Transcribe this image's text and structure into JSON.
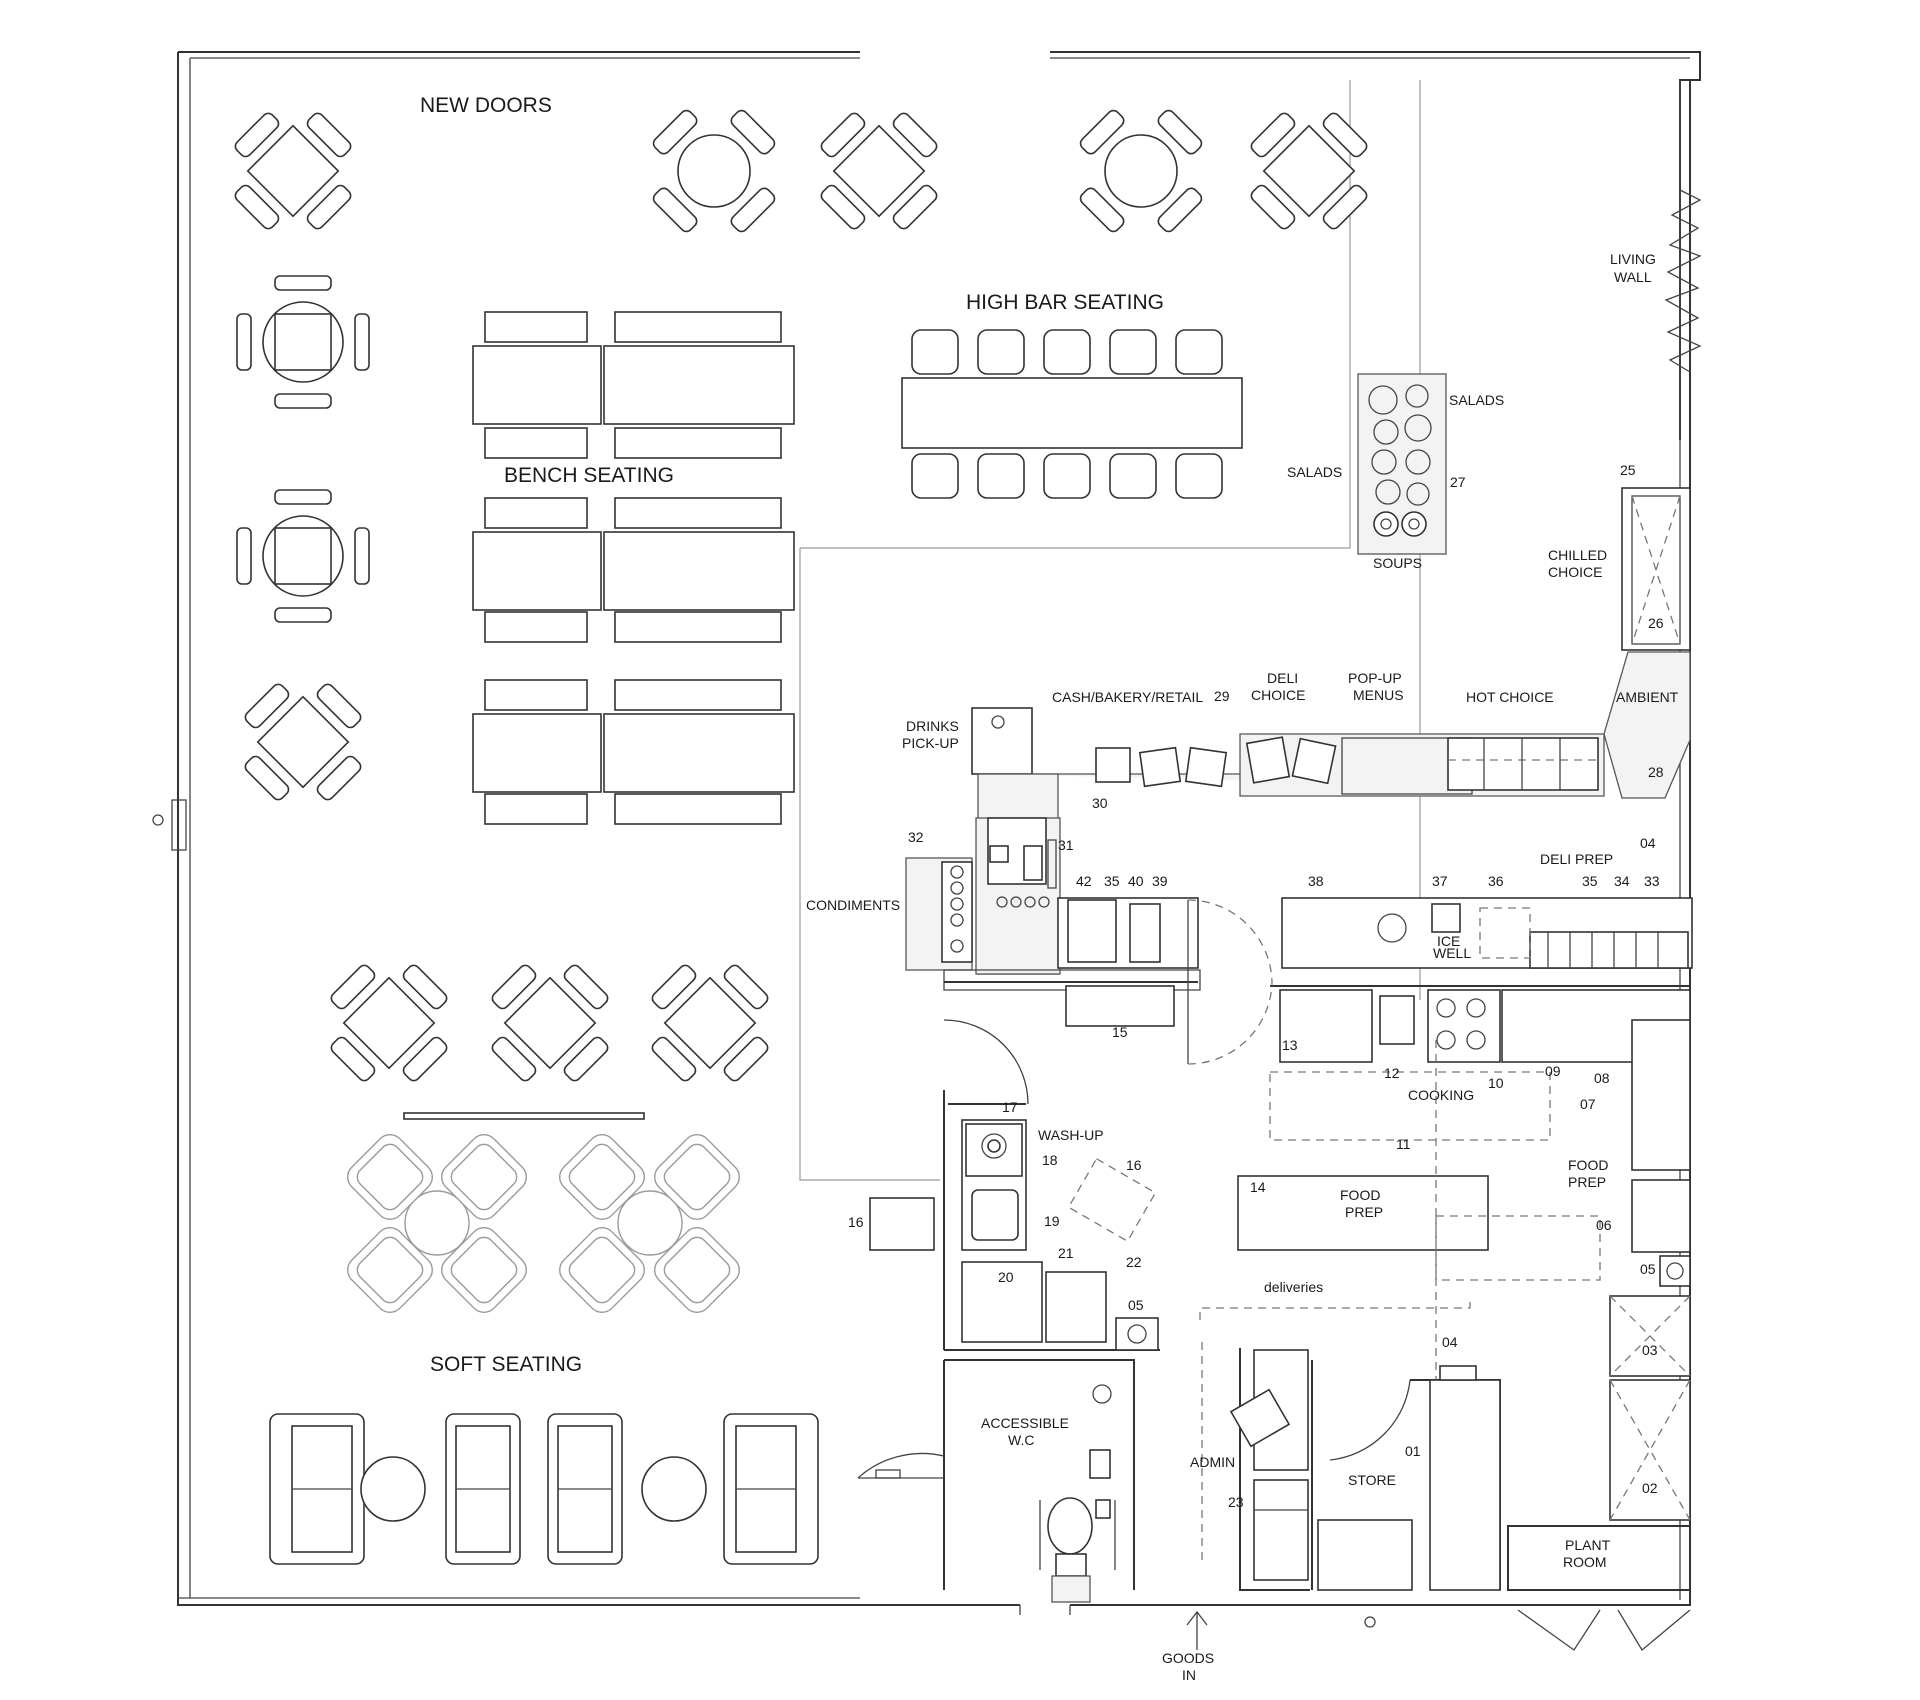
{
  "zones": {
    "new_doors": "NEW DOORS",
    "high_bar_seating": "HIGH BAR SEATING",
    "bench_seating": "BENCH SEATING",
    "soft_seating": "SOFT SEATING",
    "living_wall": [
      "LIVING",
      "WALL"
    ],
    "salads_right": "SALADS",
    "salads_left": "SALADS",
    "soups": "SOUPS",
    "chilled_choice": [
      "CHILLED",
      "CHOICE"
    ],
    "drinks_pickup": [
      "DRINKS",
      "PICK-UP"
    ],
    "cash_bakery_retail": "CASH/BAKERY/RETAIL",
    "deli_choice": [
      "DELI",
      "CHOICE"
    ],
    "popup_menus": [
      "POP-UP",
      "MENUS"
    ],
    "hot_choice": "HOT CHOICE",
    "ambient": "AMBIENT",
    "condiments": "CONDIMENTS",
    "deli_prep": "DELI PREP",
    "ice_well": [
      "ICE",
      "WELL"
    ],
    "cooking": "COOKING",
    "food_prep_right": [
      "FOOD",
      "PREP"
    ],
    "food_prep_center": [
      "FOOD",
      "PREP"
    ],
    "wash_up": "WASH-UP",
    "deliveries": "deliveries",
    "accessible_wc": [
      "ACCESSIBLE",
      "W.C"
    ],
    "admin": "ADMIN",
    "store": "STORE",
    "plant_room": [
      "PLANT",
      "ROOM"
    ],
    "goods_in": [
      "GOODS",
      "IN"
    ]
  },
  "equipment_numbers": {
    "n01": "01",
    "n02": "02",
    "n03": "03",
    "n04a": "04",
    "n04b": "04",
    "n05a": "05",
    "n05b": "05",
    "n06": "06",
    "n07": "07",
    "n08": "08",
    "n09": "09",
    "n10": "10",
    "n11": "11",
    "n12": "12",
    "n13": "13",
    "n14": "14",
    "n15": "15",
    "n16a": "16",
    "n16b": "16",
    "n17": "17",
    "n18": "18",
    "n19": "19",
    "n20": "20",
    "n21": "21",
    "n22": "22",
    "n23": "23",
    "n25": "25",
    "n26": "26",
    "n27": "27",
    "n28": "28",
    "n29": "29",
    "n30": "30",
    "n31": "31",
    "n32": "32",
    "n33": "33",
    "n34": "34",
    "n35a": "35",
    "n35b": "35",
    "n36": "36",
    "n37": "37",
    "n38": "38",
    "n39": "39",
    "n40": "40",
    "n42": "42"
  }
}
